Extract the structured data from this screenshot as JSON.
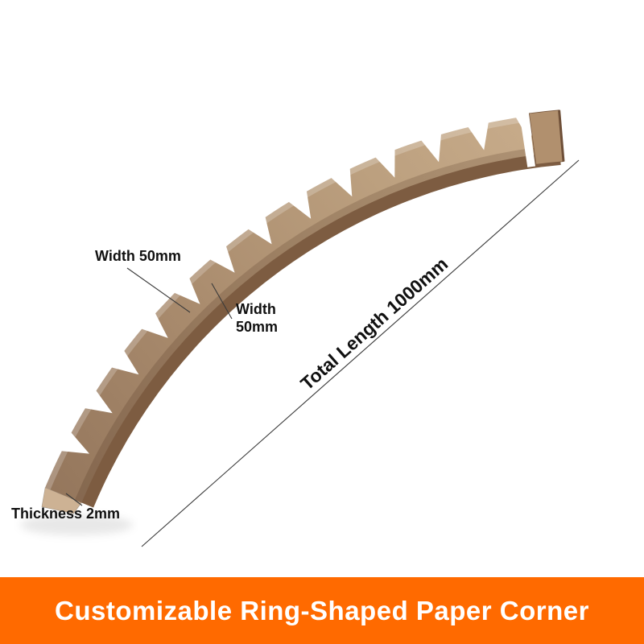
{
  "page": {
    "background": "#ffffff"
  },
  "product": {
    "label": "ring-shaped paper corner protector",
    "notch_count": 13,
    "colors": {
      "face_dark": "#93755b",
      "face_mid": "#aa8c6e",
      "face_light": "#c7ab8a",
      "inner_flange": "#7d5c41",
      "end_cap": "#cdb294",
      "end_tab": "#b1906e",
      "end_tab_edge": "#6e4f38"
    }
  },
  "annotations": {
    "width_top": "Width 50mm",
    "width_mid_line1": "Width",
    "width_mid_line2": "50mm",
    "total_length": "Total Length 1000mm",
    "thickness": "Thickness 2mm",
    "line_color": "#3a3a3a",
    "text_color": "#111111"
  },
  "banner": {
    "text": "Customizable Ring-Shaped Paper Corner",
    "background": "#ff6a00",
    "text_color": "#ffffff"
  }
}
